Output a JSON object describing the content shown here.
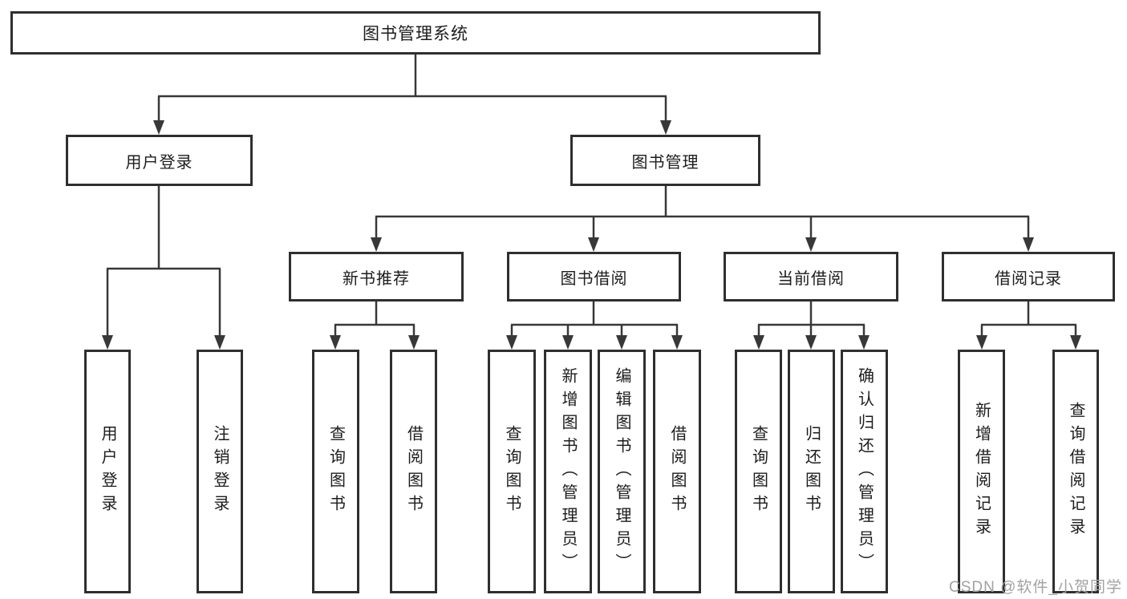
{
  "colors": {
    "line": "#383838",
    "box_border": "#2f2f2f",
    "text": "#1c1c1c",
    "watermark": "#a2a2a2",
    "background": "#ffffff"
  },
  "tree": {
    "root": {
      "label": "图书管理系统",
      "children": [
        {
          "label": "用户登录",
          "children": [
            {
              "label": "用户登录"
            },
            {
              "label": "注销登录"
            }
          ]
        },
        {
          "label": "图书管理",
          "children": [
            {
              "label": "新书推荐",
              "children": [
                {
                  "label": "查询图书"
                },
                {
                  "label": "借阅图书"
                }
              ]
            },
            {
              "label": "图书借阅",
              "children": [
                {
                  "label": "查询图书"
                },
                {
                  "label": "新增图书（管理员）"
                },
                {
                  "label": "编辑图书（管理员）"
                },
                {
                  "label": "借阅图书"
                }
              ]
            },
            {
              "label": "当前借阅",
              "children": [
                {
                  "label": "查询图书"
                },
                {
                  "label": "归还图书"
                },
                {
                  "label": "确认归还（管理员）"
                }
              ]
            },
            {
              "label": "借阅记录",
              "children": [
                {
                  "label": "新增借阅记录"
                },
                {
                  "label": "查询借阅记录"
                }
              ]
            }
          ]
        }
      ]
    }
  },
  "watermark": {
    "text": "CSDN @软件_小贺同学"
  }
}
